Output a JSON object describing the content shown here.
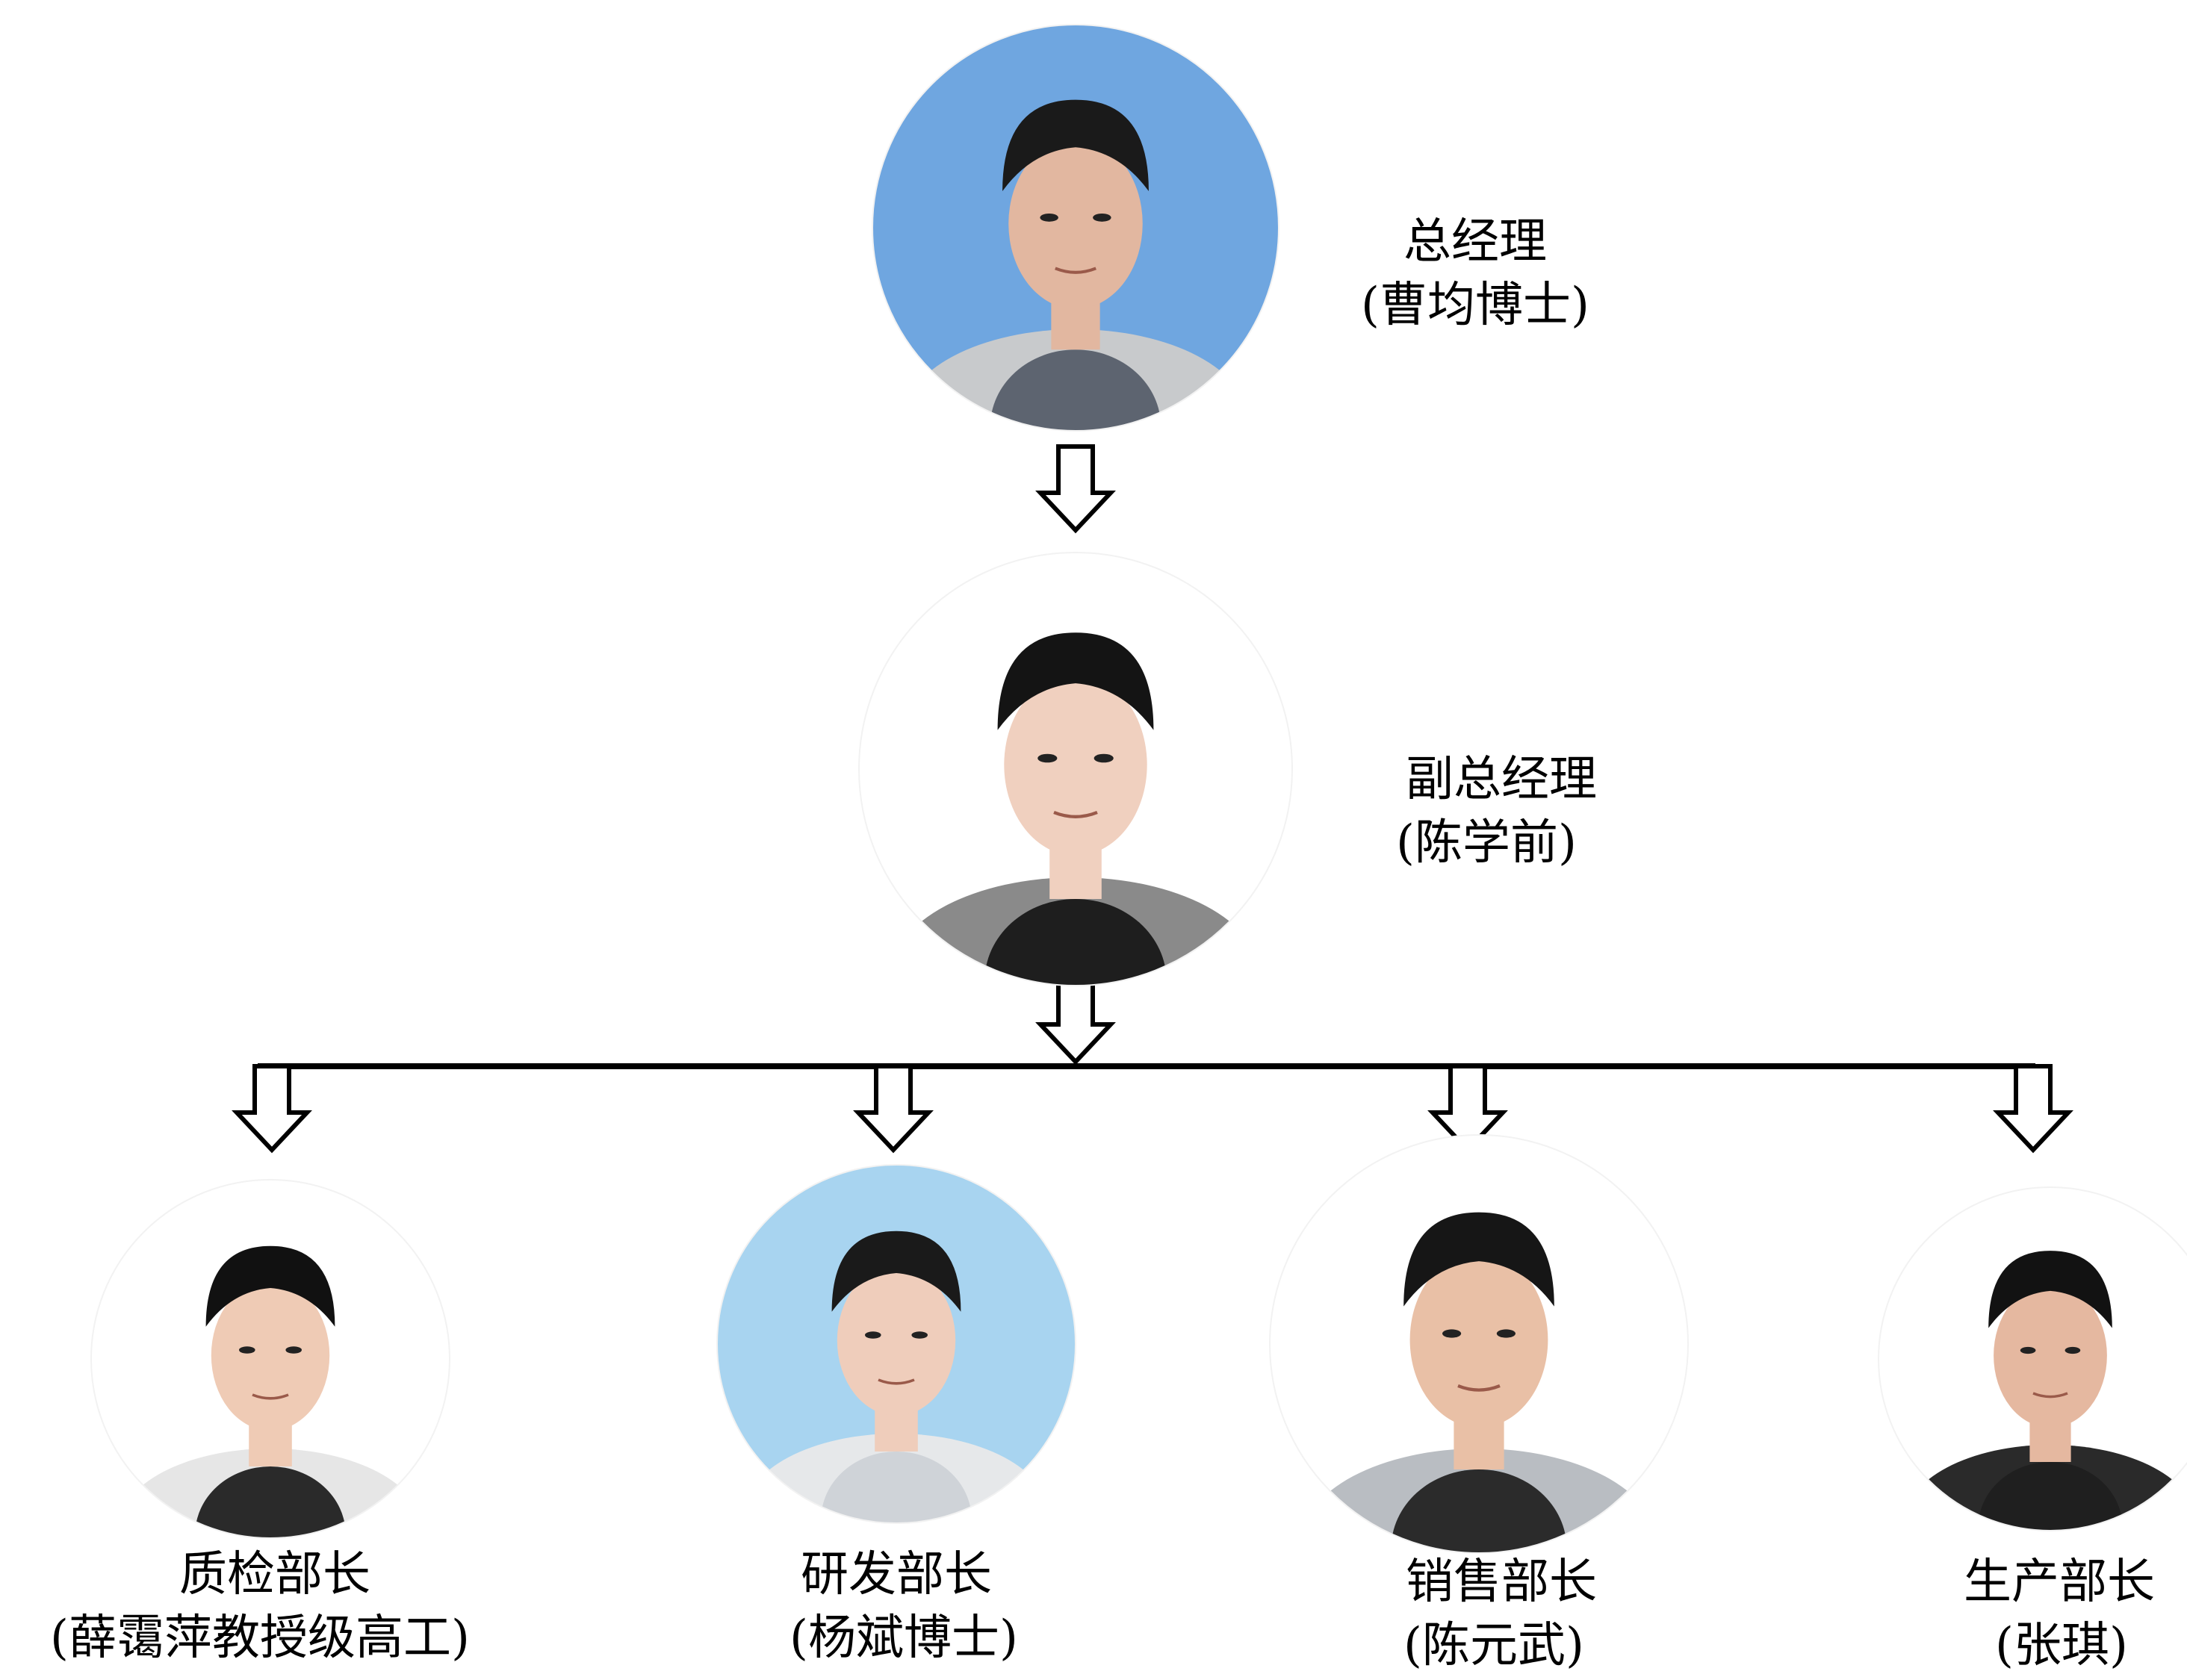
{
  "diagram": {
    "nodes": [
      {
        "id": "gm",
        "title": "总经理",
        "name": "(曹均博士)",
        "icon": "person-photo",
        "colors": {
          "bg": "#6fa6e0",
          "shirt": "#5d6470",
          "jacket": "#c8cacc",
          "hair": "#1a1a1a",
          "skin": "#e2b7a0"
        }
      },
      {
        "id": "vgm",
        "title": "副总经理",
        "name": "(陈学前)",
        "icon": "person-photo",
        "colors": {
          "bg": "#ffffff",
          "shirt": "#1e1e1e",
          "jacket": "#8a8a8a",
          "hair": "#141414",
          "skin": "#f0d0bf"
        }
      },
      {
        "id": "qc",
        "title": "质检部长",
        "name": "(薛霭萍教授级高工)",
        "icon": "person-photo",
        "colors": {
          "bg": "#ffffff",
          "shirt": "#2a2a2a",
          "jacket": "#e6e6e6",
          "hair": "#111111",
          "skin": "#efcbb5"
        }
      },
      {
        "id": "rd",
        "title": "研发部长",
        "name": "(杨斌博士)",
        "icon": "person-photo",
        "colors": {
          "bg": "#a8d4f0",
          "shirt": "#cfd3d8",
          "jacket": "#e6e8ea",
          "hair": "#1a1a1a",
          "skin": "#efcdbb"
        }
      },
      {
        "id": "sales",
        "title": "销售部长",
        "name": "(陈元武)",
        "icon": "person-photo",
        "colors": {
          "bg": "#ffffff",
          "shirt": "#2b2b2b",
          "jacket": "#b9bdc2",
          "hair": "#161616",
          "skin": "#e9c0a6"
        }
      },
      {
        "id": "prod",
        "title": "生产部长",
        "name": "(张琪)",
        "icon": "person-photo",
        "colors": {
          "bg": "#ffffff",
          "shirt": "#1f1f1f",
          "jacket": "#2a2a2a",
          "hair": "#121212",
          "skin": "#e5b8a0"
        }
      }
    ],
    "edges": [
      {
        "from": "gm",
        "to": "vgm"
      },
      {
        "from": "vgm",
        "to": "qc"
      },
      {
        "from": "vgm",
        "to": "rd"
      },
      {
        "from": "vgm",
        "to": "sales"
      },
      {
        "from": "vgm",
        "to": "prod"
      }
    ],
    "colors": {
      "line": "#000000",
      "arrow_fill": "#ffffff"
    }
  }
}
